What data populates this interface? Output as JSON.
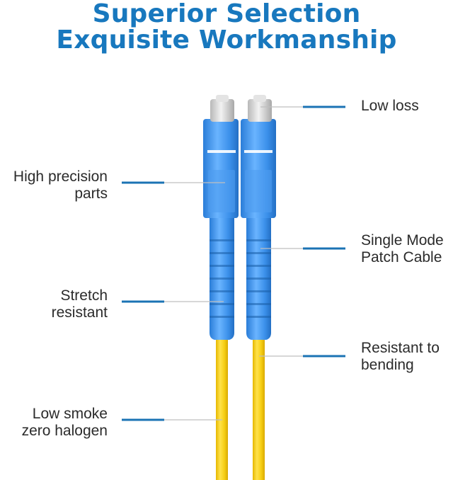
{
  "header": {
    "line1": "Superior Selection",
    "line2": "Exquisite Workmanship",
    "color": "#1878be"
  },
  "callouts": {
    "low_loss": "Low loss",
    "high_precision_1": "High precision",
    "high_precision_2": "parts",
    "single_mode_1": "Single Mode",
    "single_mode_2": "Patch Cable",
    "stretch_1": "Stretch",
    "stretch_2": "resistant",
    "bending_1": "Resistant to",
    "bending_2": "bending",
    "smoke_1": "Low smoke",
    "smoke_2": "zero halogen"
  },
  "colors": {
    "accent": "#1b73b4",
    "connector_blue": "#3d8ee6",
    "cable_yellow": "#f4cf1a",
    "ferrule_gray": "#d9d9d9"
  }
}
